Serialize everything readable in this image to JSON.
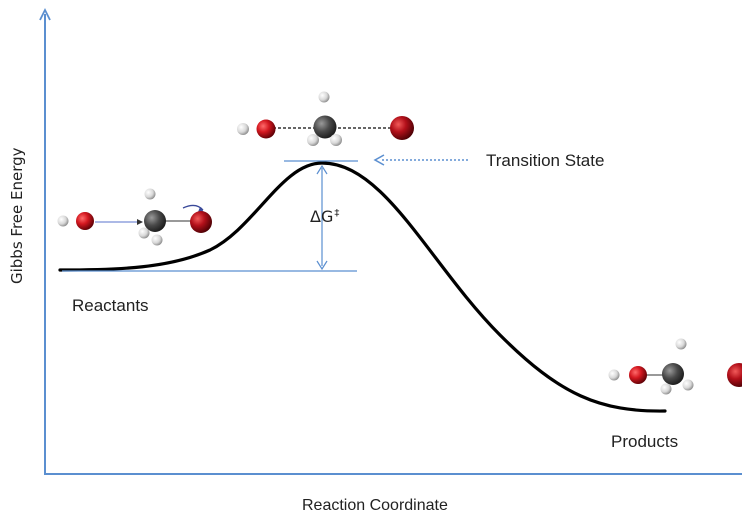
{
  "axes": {
    "y_label": "Gibbs Free Energy",
    "x_label": "Reaction Coordinate"
  },
  "labels": {
    "reactants": "Reactants",
    "transition_state": "Transition State",
    "products": "Products",
    "delta_g": "ΔG",
    "delta_g_superscript": "‡"
  },
  "colors": {
    "axis": "#5b8fd0",
    "curve": "#000000",
    "guide_line": "#5b8fd0",
    "oxygen": "#c0141c",
    "carbon": "#555555",
    "hydrogen": "#e6e6e6",
    "chlorine": "#a51016"
  },
  "molecules": {
    "reactants": "hydroxide + methyl chloride",
    "transition_state": "HO···CH3···Cl",
    "products": "methanol + chloride"
  }
}
